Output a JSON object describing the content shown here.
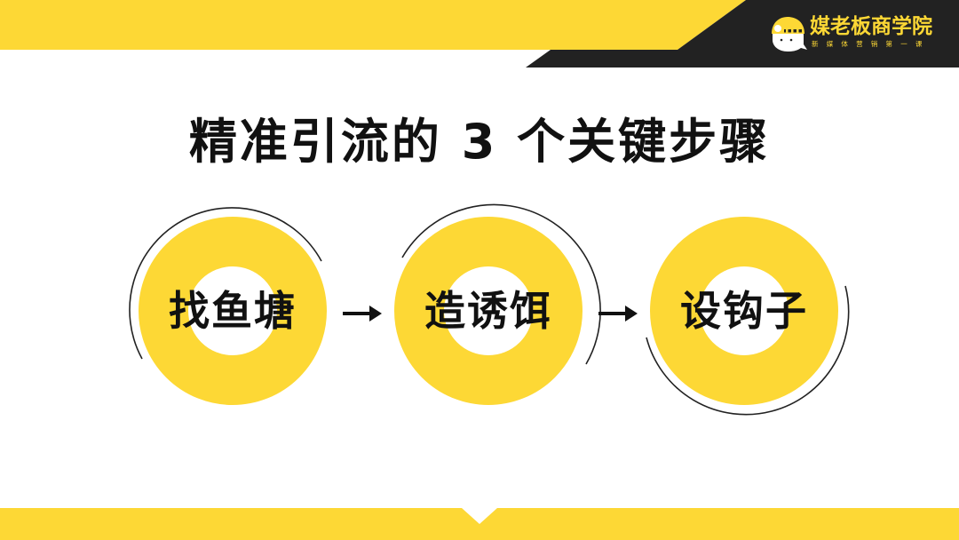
{
  "brand": {
    "name": "媒老板商学院",
    "tagline": "新媒体营销第一课",
    "logo_icon": "helmet-mascot-icon"
  },
  "title": "精准引流的 3 个关键步骤",
  "steps": [
    {
      "label": "找鱼塘",
      "index": 1
    },
    {
      "label": "造诱饵",
      "index": 2
    },
    {
      "label": "设钩子",
      "index": 3
    }
  ],
  "connectors": [
    {
      "icon": "arrow-right-icon",
      "from": 1,
      "to": 2
    },
    {
      "icon": "arrow-right-icon",
      "from": 2,
      "to": 3
    }
  ],
  "colors": {
    "accent_yellow": "#fdd835",
    "dark": "#222222",
    "text": "#111111",
    "background": "#ffffff"
  }
}
